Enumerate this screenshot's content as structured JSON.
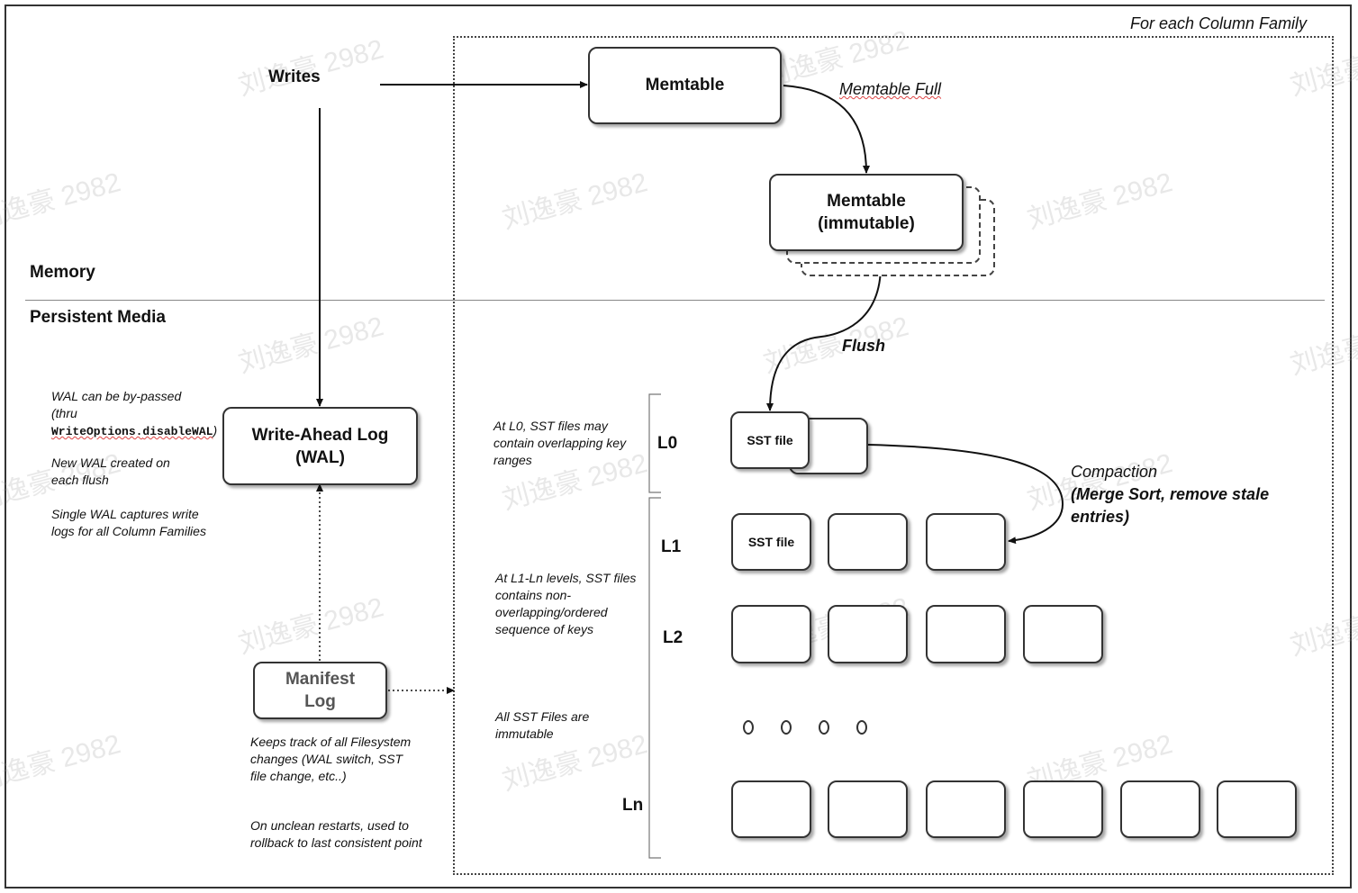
{
  "cf_region_label": "For each Column Family",
  "memory_label": "Memory",
  "persistent_label": "Persistent Media",
  "writes_label": "Writes",
  "memtable_label": "Memtable",
  "memtable_full_label": "Memtable Full",
  "immutable_memtable": {
    "line1": "Memtable",
    "line2": "(immutable)"
  },
  "flush_label": "Flush",
  "wal": {
    "line1": "Write-Ahead Log",
    "line2": "(WAL)"
  },
  "wal_notes": {
    "bypass_prefix": "WAL can be by-passed (thru ",
    "bypass_code_1": "WriteOptions.",
    "bypass_code_2": "disableWAL",
    "bypass_suffix": ")",
    "new_wal": "New WAL created on each flush",
    "single_wal": "Single WAL captures write logs for all Column Families"
  },
  "manifest": {
    "line1": "Manifest",
    "line2": "Log"
  },
  "manifest_notes": {
    "tracks": "Keeps track of all Filesystem changes (WAL switch, SST file change, etc..)",
    "restarts": "On unclean restarts, used to rollback to last consistent point"
  },
  "level_notes": {
    "l0": "At L0, SST files may contain overlapping key ranges",
    "l1_ln": "At L1-Ln levels, SST files contains non-overlapping/ordered sequence of keys",
    "immutable": "All SST Files are immutable"
  },
  "levels": {
    "l0": "L0",
    "l1": "L1",
    "l2": "L2",
    "ln": "Ln"
  },
  "sst_file_label": "SST file",
  "compaction": {
    "line1": "Compaction",
    "line2": "(Merge Sort, remove stale",
    "line3": "entries)"
  },
  "watermark_text": "刘逸豪 2982"
}
